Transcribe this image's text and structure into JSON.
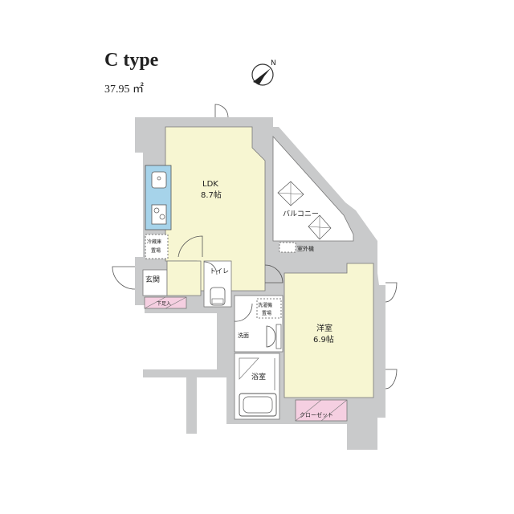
{
  "header": {
    "title": "C type",
    "area_value": "37.95 ㎡",
    "area_sup": "2"
  },
  "rooms": {
    "ldk_name": "LDK",
    "ldk_size": "8.7帖",
    "western_name": "洋室",
    "western_size": "6.9帖",
    "balcony": "バルコニー",
    "outdoor_unit": "室外機",
    "fridge": "冷蔵庫",
    "fridge_place": "置場",
    "entrance": "玄関",
    "toilet": "トイレ",
    "washer": "洗濯機",
    "washer_place": "置場",
    "washroom": "洗面",
    "bathroom": "浴室",
    "shoe_closet": "下足入",
    "closet": "クローゼット"
  },
  "compass": {
    "label": "N"
  },
  "colors": {
    "room_fill": "#f7f6d2",
    "wall": "#c9cacb",
    "kitchen": "#a6d3ea",
    "closet": "#f5cfe1",
    "line": "#555555"
  }
}
